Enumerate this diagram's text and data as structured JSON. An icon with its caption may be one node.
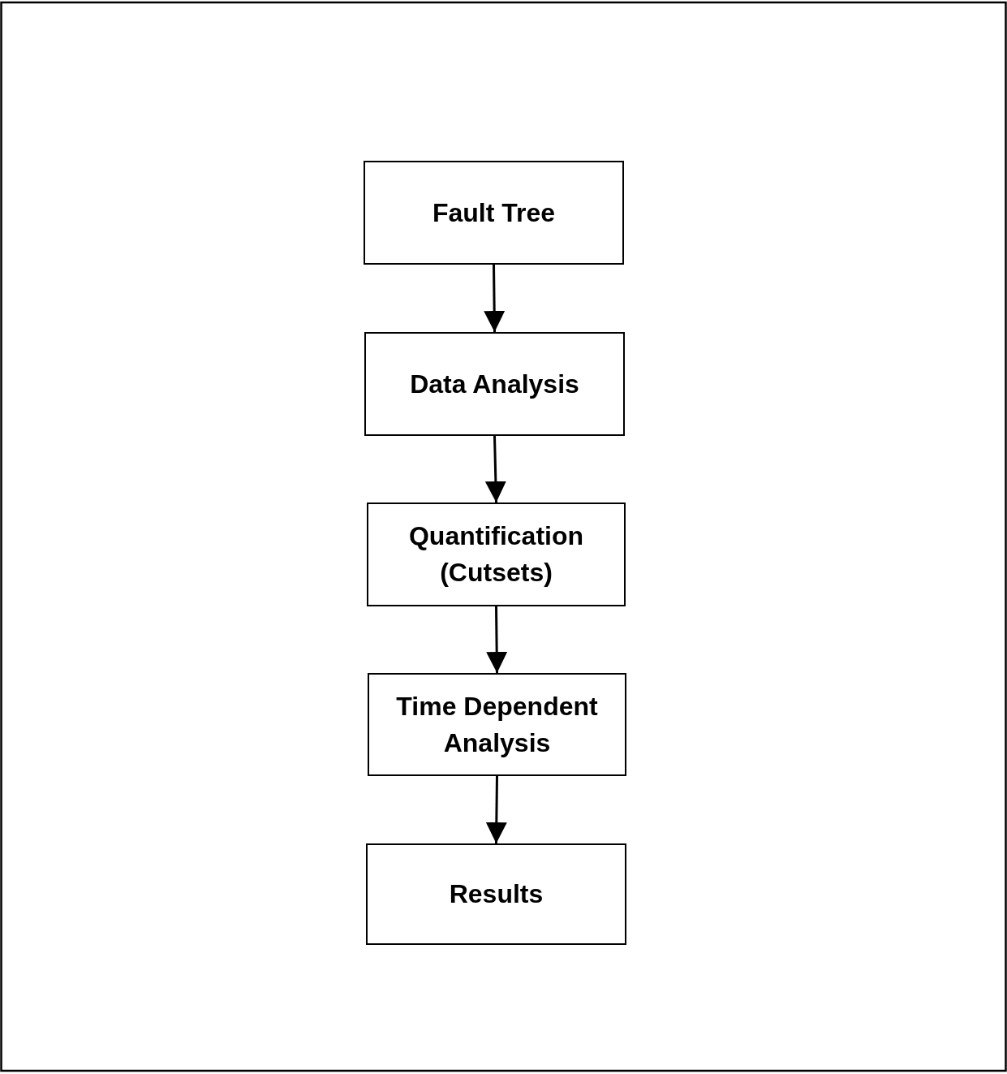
{
  "diagram": {
    "nodes": [
      {
        "text": [
          "Fault Tree"
        ]
      },
      {
        "text": [
          "Data Analysis"
        ]
      },
      {
        "text": [
          "Quantification (Cutsets)"
        ]
      },
      {
        "text": [
          "Time Dependent Analysis"
        ]
      },
      {
        "text": [
          "Results"
        ]
      }
    ],
    "edges": [
      {
        "from": 0,
        "to": 1,
        "arrow": "to"
      },
      {
        "from": 1,
        "to": 2,
        "arrow": "to"
      },
      {
        "from": 2,
        "to": 3,
        "arrow": "to"
      },
      {
        "from": 3,
        "to": 4,
        "arrow": "to"
      }
    ]
  }
}
